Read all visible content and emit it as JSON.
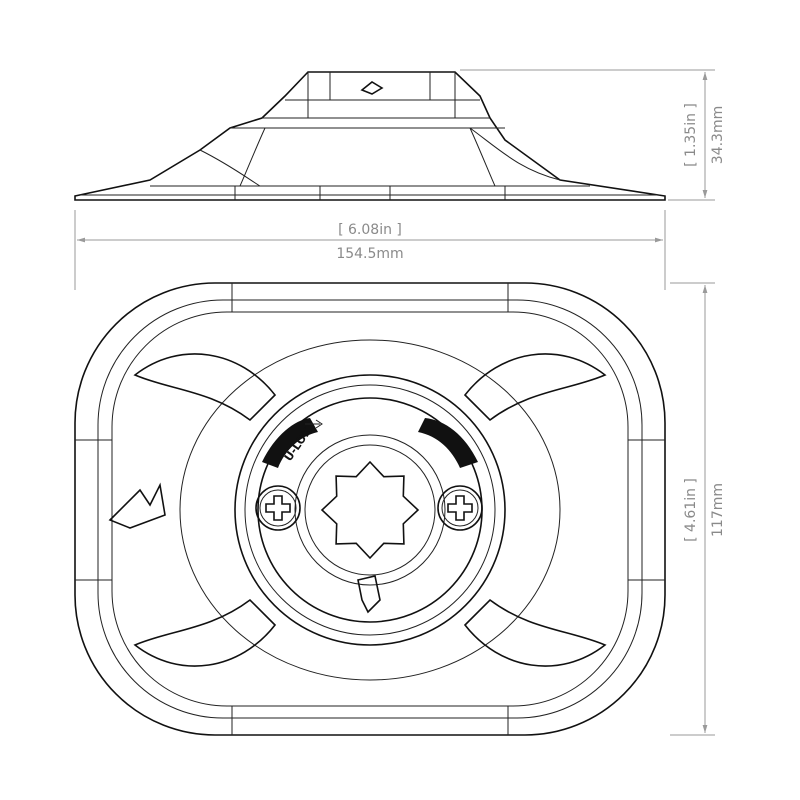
{
  "drawing": {
    "height": {
      "imperial": "1.35in",
      "metric": "34.3mm"
    },
    "width": {
      "imperial": "6.08in",
      "metric": "154.5mm"
    },
    "depth": {
      "imperial": "4.61in",
      "metric": "117mm"
    },
    "brand_marking": "U-LOK"
  }
}
